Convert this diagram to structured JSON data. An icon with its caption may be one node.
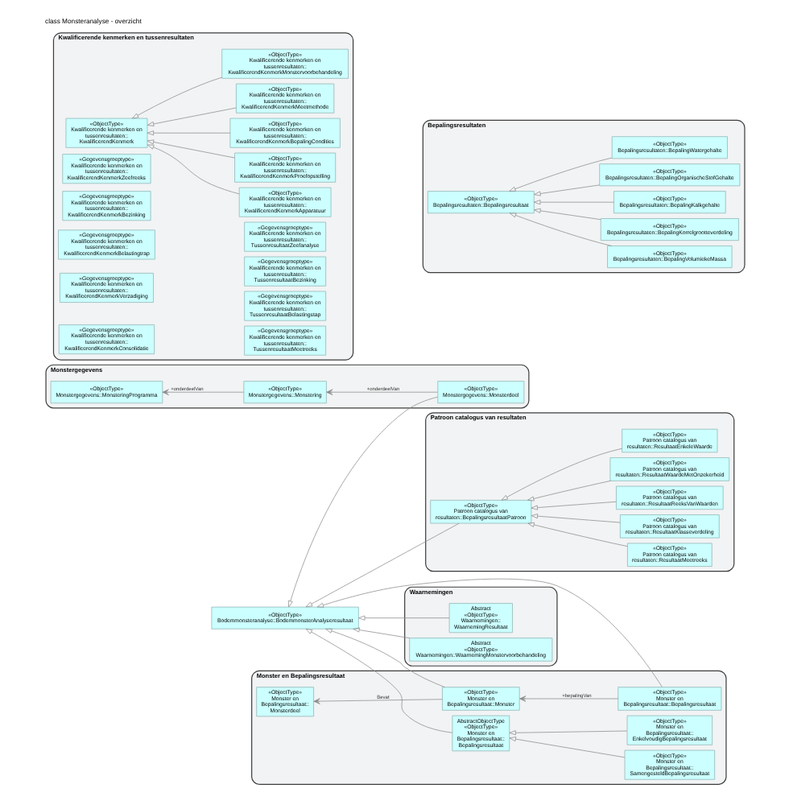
{
  "diagram": {
    "title": "class Monsteranalyse - overzicht",
    "nodes": [
      {
        "text": [
          "Monstergegevens"
        ]
      },
      {
        "text": [
          "«ObjectType»",
          "Monstergegevens::MonsteringProgramma"
        ],
        "in": 0
      },
      {
        "text": [
          "«ObjectType»",
          "Monstergegevens::Monstering"
        ],
        "in": 0
      },
      {
        "text": [
          "«ObjectType»",
          "Monstergegevens::Monsterdeel"
        ],
        "in": 0
      },
      {
        "text": [
          "Monster en Bepalingsresultaat"
        ]
      },
      {
        "text": [
          "«ObjectType»",
          "Monster en Bepalingsresultaat::Monster"
        ],
        "in": 4
      },
      {
        "text": [
          "«ObjectType»",
          "Monster en Bepalingsresultaat:: Monsterdeel"
        ],
        "in": 4
      },
      {
        "text": [
          "«ObjectType»",
          "Monster en Bepalingsresultaat::Bepalingsresultaat"
        ],
        "in": 4
      },
      {
        "text": [
          "AbstractObjectType",
          "«ObjectType»",
          "Monster en Bepalingsresultaat:: Bepalingsresultaat"
        ],
        "in": 4
      },
      {
        "text": [
          "«ObjectType»",
          "Monster en Bepalingsresultaat:: EnkelvoudigBepalingsresultaat"
        ],
        "in": 4
      },
      {
        "text": [
          "«ObjectType»",
          "Monster en Bepalingsresultaat:: SamengesteldBepalingsresultaat"
        ],
        "in": 4
      },
      {
        "text": [
          "Bepalingsresultaten"
        ]
      },
      {
        "text": [
          "«ObjectType»",
          "Bepalingsresultaten::Bepalingsresultaat"
        ],
        "in": 11
      },
      {
        "text": [
          "«ObjectType»",
          "Bepalingsresultaten::BepalingWatergehalte"
        ],
        "in": 11
      },
      {
        "text": [
          "«ObjectType»",
          "Bepalingsresultaten::BepalingOrganischeStofGehalte"
        ],
        "in": 11
      },
      {
        "text": [
          "«ObjectType»",
          "Bepalingsresultaten::BepalingKalkgehalte"
        ],
        "in": 11
      },
      {
        "text": [
          "«ObjectType»",
          "Bepalingsresultaten::BepalingKorrelgrootteverdeling"
        ],
        "in": 11
      },
      {
        "text": [
          "«ObjectType»",
          "Bepalingsresultaten::BepalingVolumiekeMassa"
        ],
        "in": 11
      },
      {
        "text": [
          "«ObjectType»",
          "Bodemmonsteranalyse::BodemmonsterAnalyseresultaat"
        ]
      },
      {
        "text": [
          "Waarnemingen"
        ]
      },
      {
        "text": [
          "Abstract",
          "«ObjectType»",
          "Waarnemingen:: WaarnemingResultaat"
        ],
        "in": 19
      },
      {
        "text": [
          "Abstract",
          "«ObjectType»",
          "Waarnemingen::WaarnemingMonstervoorbehandeling"
        ],
        "in": 19
      },
      {
        "text": [
          "Patroon catalogus van resultaten"
        ]
      },
      {
        "text": [
          "«ObjectType»",
          "Patroon catalogus van resultaten::BepalingsresultaatPatroon"
        ],
        "in": 22
      },
      {
        "text": [
          "«ObjectType»",
          "Patroon catalogus van resultaten::ResultaatEnkeleWaarde"
        ],
        "in": 22
      },
      {
        "text": [
          "«ObjectType»",
          "Patroon catalogus van resultaten::ResultaatWaardeMetOnzekerheid"
        ],
        "in": 22
      },
      {
        "text": [
          "«ObjectType»",
          "Patroon catalogus van resultaten::ResultaatReeksVanWaarden"
        ],
        "in": 22
      },
      {
        "text": [
          "«ObjectType»",
          "Patroon catalogus van resultaten::ResultaatKlasseverdeling"
        ],
        "in": 22
      },
      {
        "text": [
          "«ObjectType»",
          "Patroon catalogus van resultaten::ResultaatMeetreeks"
        ],
        "in": 22
      },
      {
        "text": [
          "Kwalificerende kenmerken en tussenresultaten"
        ]
      },
      {
        "text": [
          "«ObjectType»",
          "Kwalificerende kenmerken en tussenresultaten:: KwalificerendKenmerk"
        ],
        "in": 29
      },
      {
        "text": [
          "«ObjectType»",
          "Kwalificerende kenmerken en tussenresultaten:: KwalificerendKenmerkMonstervoorbehandeling"
        ],
        "in": 29
      },
      {
        "text": [
          "«ObjectType»",
          "Kwalificerende kenmerken en tussenresultaten:: KwalificerendKenmerkMeetmethode"
        ],
        "in": 29
      },
      {
        "text": [
          "«ObjectType»",
          "Kwalificerende kenmerken en tussenresultaten:: KwalificerendKenmerkBepalingCondities"
        ],
        "in": 29
      },
      {
        "text": [
          "«ObjectType»",
          "Kwalificerende kenmerken en tussenresultaten:: KwalificerendKenmerkProefopstelling"
        ],
        "in": 29
      },
      {
        "text": [
          "«ObjectType»",
          "Kwalificerende kenmerken en tussenresultaten:: KwalificerendKenmerkApparatuur"
        ],
        "in": 29
      },
      {
        "text": [
          "«Gegevensgroeptype»",
          "Kwalificerende kenmerken en tussenresultaten:: KwalificerendKenmerkZeefreeks"
        ],
        "in": 29
      },
      {
        "text": [
          "«Gegevensgroeptype»",
          "Kwalificerende kenmerken en tussenresultaten:: KwalificerendKenmerkBezinking"
        ],
        "in": 29
      },
      {
        "text": [
          "«Gegevensgroeptype»",
          "Kwalificerende kenmerken en tussenresultaten:: KwalificerendKenmerkBelastingtrap"
        ],
        "in": 29
      },
      {
        "text": [
          "«Gegevensgroeptype»",
          "Kwalificerende kenmerken en tussenresultaten:: KwalificerendKenmerkVerzadiging"
        ],
        "in": 29
      },
      {
        "text": [
          "«Gegevensgroeptype»",
          "Kwalificerende kenmerken en tussenresultaten:: KwalificerendKenmerkConsolidatie"
        ],
        "in": 29
      },
      {
        "text": [
          "«Gegevensgroeptype»",
          "Kwalificerende kenmerken en tussenresultaten:: TussenresultaatZeefanalyse"
        ],
        "in": 29
      },
      {
        "text": [
          "«Gegevensgroeptype»",
          "Kwalificerende kenmerken en tussenresultaten:: TussenresultaatBezinking"
        ],
        "in": 29
      },
      {
        "text": [
          "«Gegevensgroeptype»",
          "Kwalificerende kenmerken en tussenresultaten:: TussenresultaatBelastingstap"
        ],
        "in": 29
      },
      {
        "text": [
          "«Gegevensgroeptype»",
          "Kwalificerende kenmerken en tussenresultaten:: TussenresultaatMeetreeks"
        ],
        "in": 29
      }
    ],
    "edges": [
      {
        "from": 2,
        "to": 1,
        "arrow": "to",
        "label": "+onderdeelVan"
      },
      {
        "from": 3,
        "to": 2,
        "arrow": "to",
        "label": "+onderdeelVan"
      },
      {
        "from": 3,
        "to": 18,
        "arrow": "to"
      },
      {
        "from": 5,
        "to": 6,
        "arrow": "to",
        "label": "Bevat"
      },
      {
        "from": 7,
        "to": 5,
        "arrow": "to",
        "label": "+bepalingVan"
      },
      {
        "from": 5,
        "to": 18,
        "arrow": "to"
      },
      {
        "from": 7,
        "to": 18,
        "arrow": "to"
      },
      {
        "from": 9,
        "to": 8,
        "arrow": "to"
      },
      {
        "from": 10,
        "to": 8,
        "arrow": "to"
      },
      {
        "from": 8,
        "to": 18,
        "arrow": "to"
      },
      {
        "from": 13,
        "to": 12,
        "arrow": "to"
      },
      {
        "from": 14,
        "to": 12,
        "arrow": "to"
      },
      {
        "from": 15,
        "to": 12,
        "arrow": "to"
      },
      {
        "from": 16,
        "to": 12,
        "arrow": "to"
      },
      {
        "from": 17,
        "to": 12,
        "arrow": "to"
      },
      {
        "from": 20,
        "to": 18,
        "arrow": "to"
      },
      {
        "from": 21,
        "to": 18,
        "arrow": "to"
      },
      {
        "from": 23,
        "to": 18,
        "arrow": "to"
      },
      {
        "from": 24,
        "to": 23,
        "arrow": "to"
      },
      {
        "from": 25,
        "to": 23,
        "arrow": "to"
      },
      {
        "from": 26,
        "to": 23,
        "arrow": "to"
      },
      {
        "from": 27,
        "to": 23,
        "arrow": "to"
      },
      {
        "from": 28,
        "to": 23,
        "arrow": "to"
      },
      {
        "from": 31,
        "to": 30,
        "arrow": "to"
      },
      {
        "from": 32,
        "to": 30,
        "arrow": "to"
      },
      {
        "from": 33,
        "to": 30,
        "arrow": "to"
      },
      {
        "from": 34,
        "to": 30,
        "arrow": "to"
      },
      {
        "from": 35,
        "to": 30,
        "arrow": "to"
      }
    ]
  }
}
